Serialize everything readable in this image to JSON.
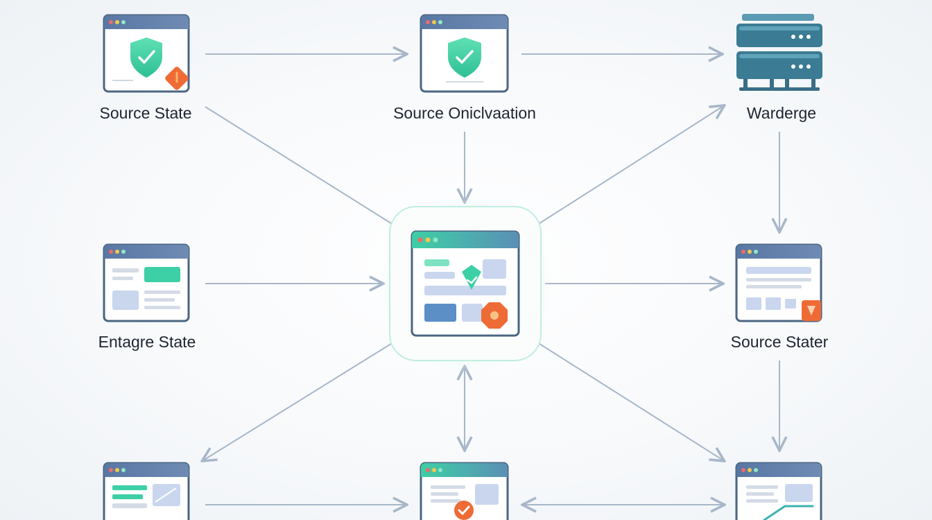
{
  "nodes": {
    "source_state": {
      "label": "Source State",
      "icon": "shield-check-icon"
    },
    "source_onicl": {
      "label": "Source Oniclvaation",
      "icon": "shield-check-icon"
    },
    "warderge": {
      "label": "Warderge",
      "icon": "server-icon"
    },
    "entagre_state": {
      "label": "Entagre State",
      "icon": "browser-window-icon"
    },
    "center_hub": {
      "label": "",
      "icon": "dashboard-window-icon"
    },
    "source_stater": {
      "label": "Source Stater",
      "icon": "browser-window-icon"
    },
    "bottom_left": {
      "label": "",
      "icon": "browser-window-icon"
    },
    "bottom_mid": {
      "label": "",
      "icon": "browser-window-icon"
    },
    "bottom_right": {
      "label": "",
      "icon": "browser-window-icon"
    }
  },
  "colors": {
    "window_frame": "#4a6582",
    "window_bar": "#5877a3",
    "teal": "#3dcfa5",
    "teal_light": "#8ee8c8",
    "arrow": "#a7b7c9",
    "orange": "#ef6b35",
    "server": "#3b7b93"
  }
}
